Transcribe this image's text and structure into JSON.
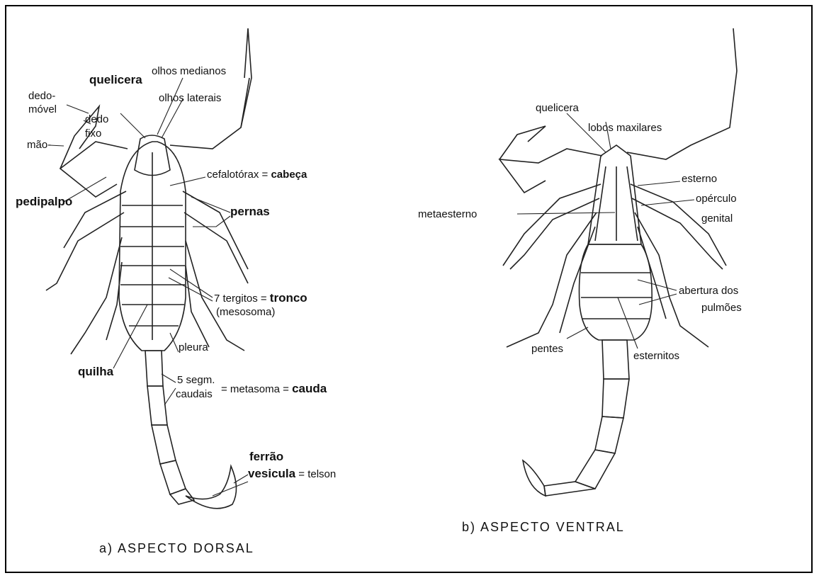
{
  "dorsal": {
    "caption": "a)   ASPECTO  DORSAL",
    "labels": {
      "olhos_medianos": "olhos medianos",
      "quelicera": "quelicera",
      "olhos_laterais": "olhos laterais",
      "dedo_movel_1": "dedo-",
      "dedo_movel_2": "móvel",
      "dedo_fixo_1": "dedo",
      "dedo_fixo_2": "fixo",
      "mao": "mão-",
      "cefalotorax_a": "cefalotórax = ",
      "cefalotorax_b": "cabeça",
      "pedipalpo": "pedipalpo",
      "pernas": "pernas",
      "tergitos_a": "7 tergitos = ",
      "tergitos_b": "tronco",
      "mesosoma": "(mesosoma)",
      "pleura": "pleura",
      "quilha": "quilha",
      "segm_1": "5  segm.",
      "segm_2": "caudais",
      "metasoma_a": "= metasoma = ",
      "metasoma_b": "cauda",
      "ferrao": "ferrão",
      "vesicula_a": "vesicula",
      "vesicula_b": " = telson"
    }
  },
  "ventral": {
    "caption": "b)   ASPECTO  VENTRAL",
    "labels": {
      "quelicera": "quelicera",
      "lobos_maxilares": "lobos maxilares",
      "esterno": "esterno",
      "operculo_1": "opérculo",
      "operculo_2": "genital",
      "metaesterno": "metaesterno",
      "abertura_1": "abertura dos",
      "abertura_2": "pulmões",
      "pentes": "pentes",
      "esternitos": "esternitos"
    }
  }
}
